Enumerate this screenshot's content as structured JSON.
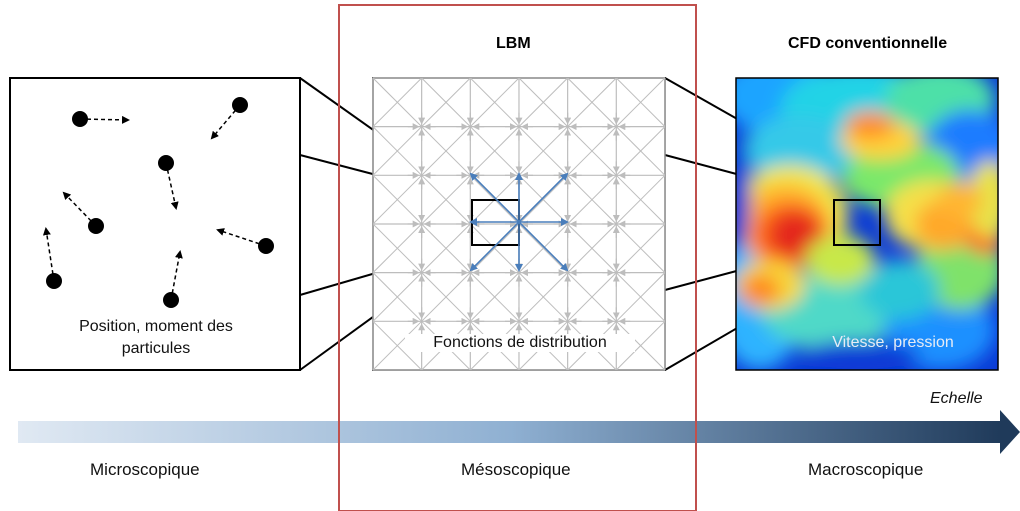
{
  "lbm_title": "LBM",
  "cfd_title": "CFD conventionnelle",
  "micro_caption": "Position, moment des particules",
  "meso_caption": "Fonctions de distribution",
  "macro_caption": "Vitesse, pression",
  "axis_label": "Echelle",
  "scales": {
    "micro": "Microscopique",
    "meso": "Mésoscopique",
    "macro": "Macroscopique"
  },
  "colors": {
    "highlight": "#c0504d",
    "lattice": "#bdbdbd",
    "d2q9": "#4a7ebb",
    "arrow_start": "#dce6f0",
    "arrow_end": "#1f3a5a"
  }
}
